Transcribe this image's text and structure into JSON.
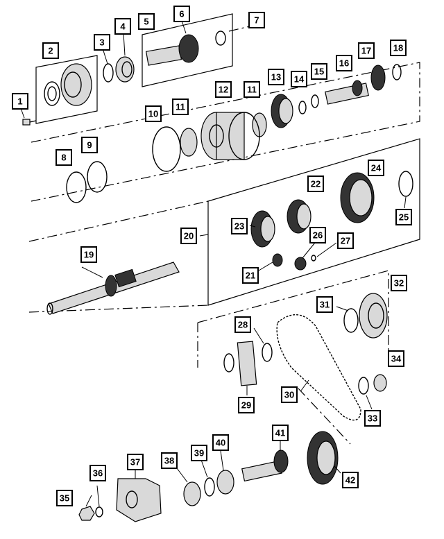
{
  "diagram": {
    "callouts": [
      "1",
      "2",
      "3",
      "4",
      "5",
      "6",
      "7",
      "8",
      "9",
      "10",
      "11",
      "11",
      "12",
      "13",
      "14",
      "15",
      "16",
      "17",
      "18",
      "19",
      "20",
      "21",
      "22",
      "23",
      "24",
      "25",
      "26",
      "27",
      "28",
      "29",
      "30",
      "31",
      "32",
      "33",
      "34",
      "35",
      "36",
      "37",
      "38",
      "39",
      "40",
      "41",
      "42"
    ]
  }
}
